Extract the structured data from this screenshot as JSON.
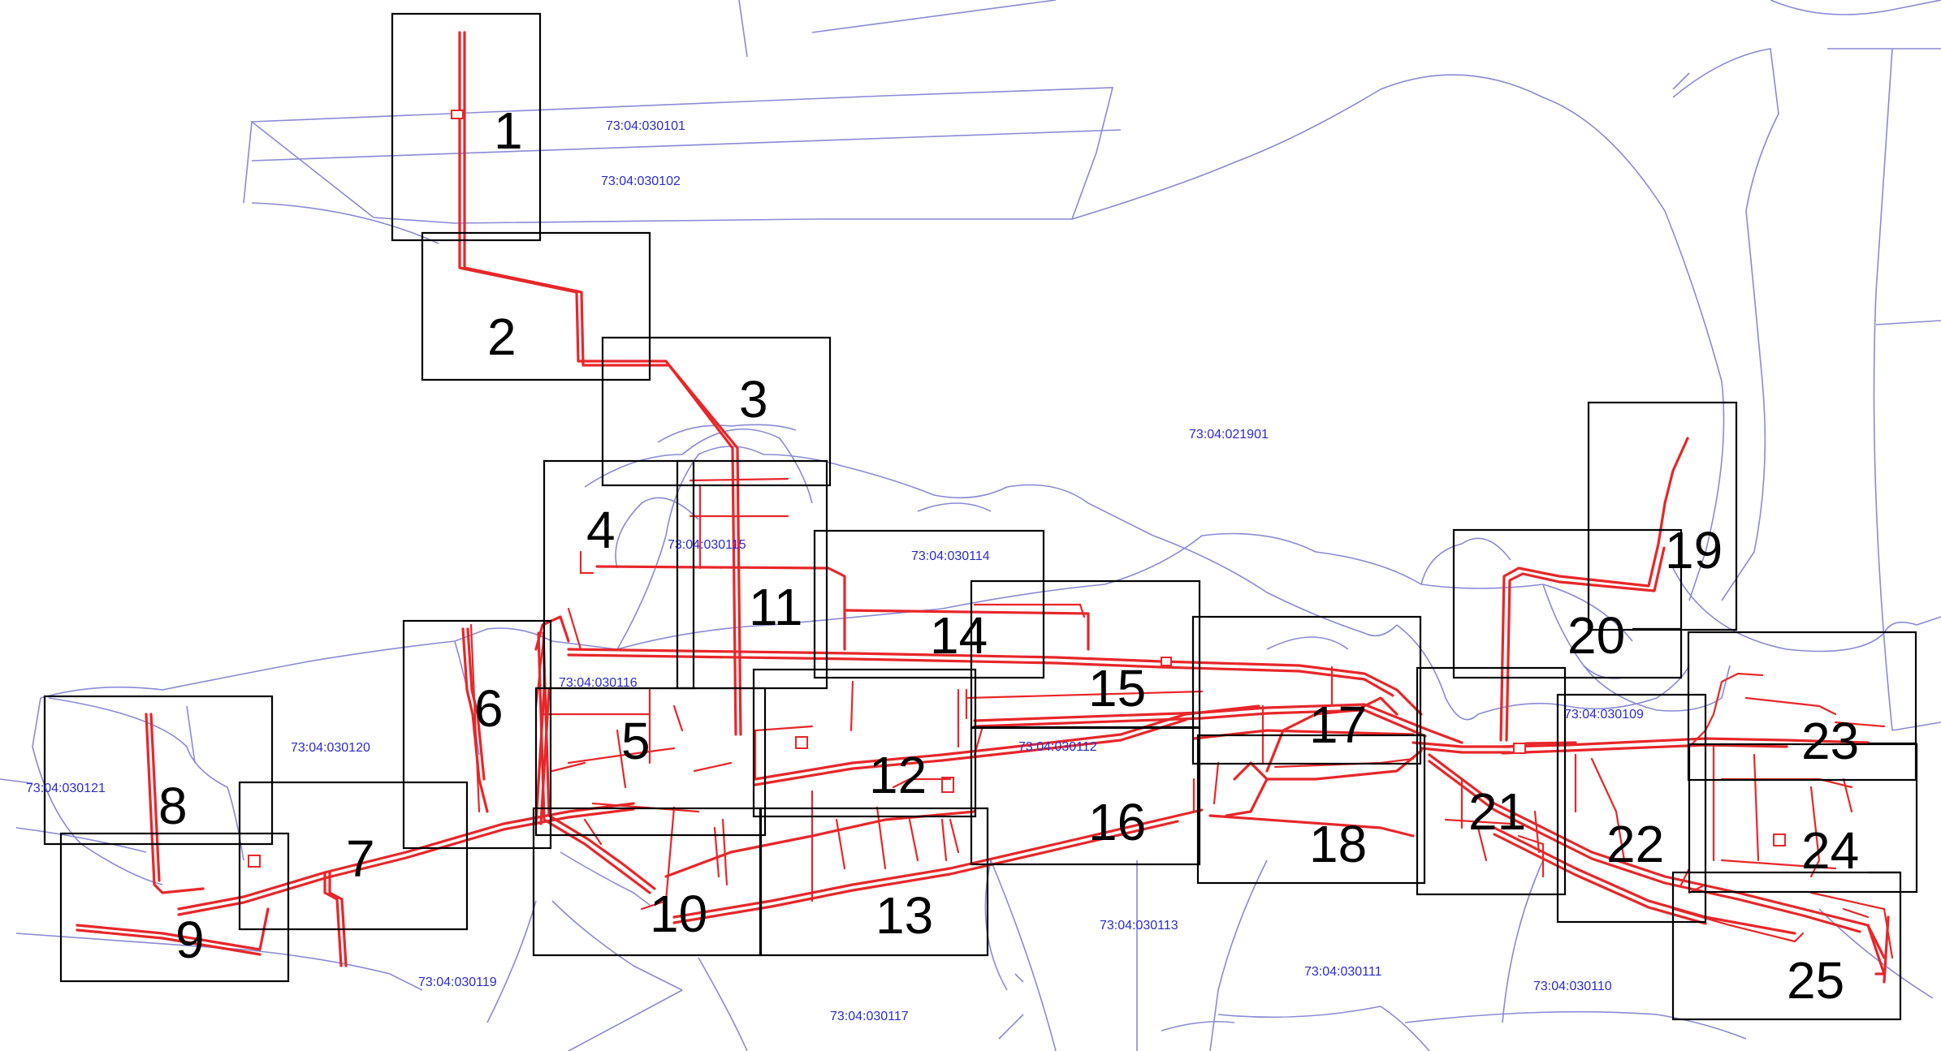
{
  "colors": {
    "parcel_boundary": "#8a8ad6",
    "pipeline": "#e8262a",
    "sheet_frame": "#000000",
    "cadastral_label": "#2b2bcc"
  },
  "sheets": [
    "1",
    "2",
    "3",
    "4",
    "5",
    "6",
    "7",
    "8",
    "9",
    "10",
    "11",
    "12",
    "13",
    "14",
    "15",
    "16",
    "17",
    "18",
    "19",
    "20",
    "21",
    "22",
    "23",
    "24",
    "25"
  ],
  "cadastral_labels": [
    "73:04:030101",
    "73:04:030102",
    "73:04:021901",
    "73:04:030115",
    "73:04:030114",
    "73:04:030116",
    "73:04:030120",
    "73:04:030121",
    "73:04:030112",
    "73:04:030109",
    "73:04:030119",
    "73:04:030117",
    "73:04:030113",
    "73:04:030111",
    "73:04:030110"
  ]
}
